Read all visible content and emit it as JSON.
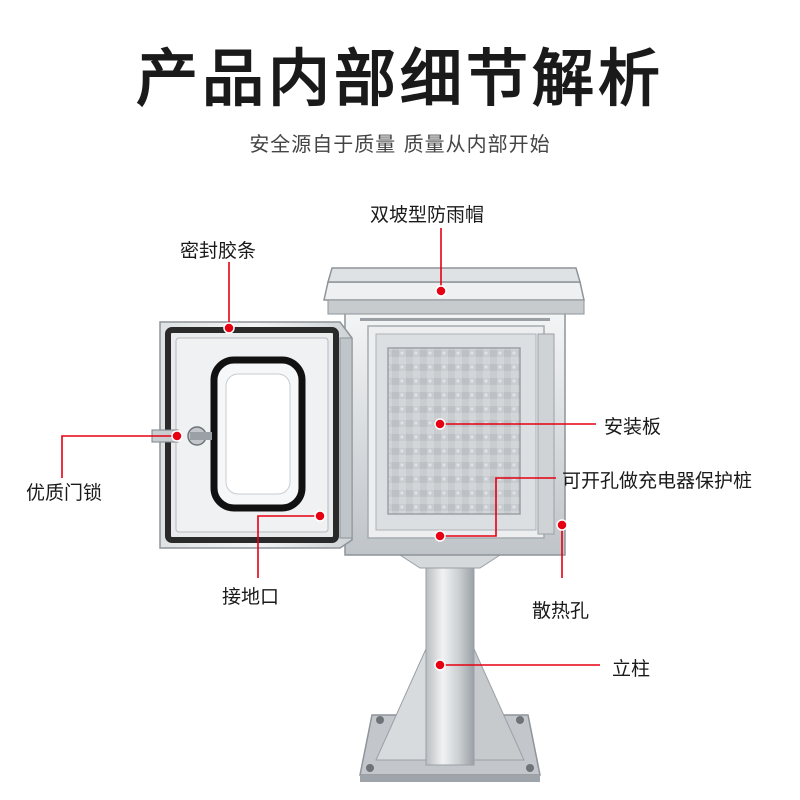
{
  "header": {
    "title": "产品内部细节解析",
    "subtitle": "安全源自于质量 质量从内部开始"
  },
  "callouts": {
    "rain_hood": "双坡型防雨帽",
    "seal_strip": "密封胶条",
    "door_lock": "优质门锁",
    "ground_port": "接地口",
    "mounting_plate": "安装板",
    "breaker_holes": "可开孔做充电器保护桩",
    "vent_holes": "散热孔",
    "post": "立柱"
  },
  "colors": {
    "marker": "#e60012",
    "leader": "#e60012",
    "steel_light": "#e6e8ea",
    "steel_mid": "#c4c8cc",
    "steel_dark": "#8e9499"
  }
}
